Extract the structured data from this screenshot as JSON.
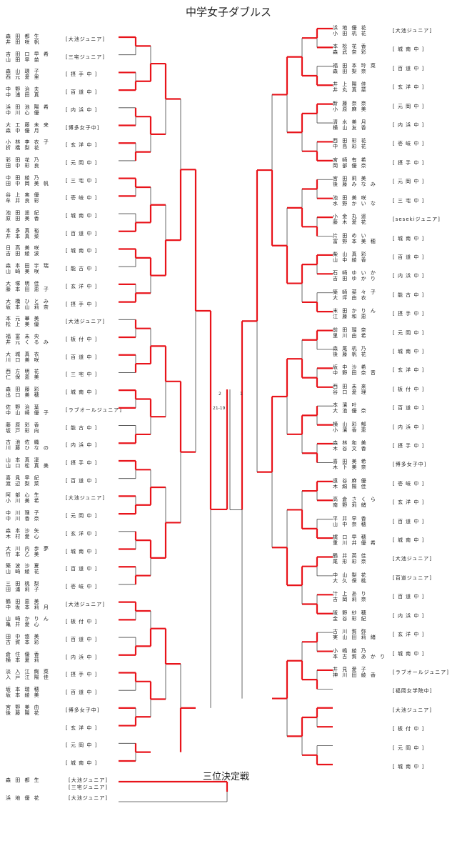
{
  "title": "中学女子ダブルス",
  "third_place_title": "三位決定戦",
  "left_entries": [
    {
      "names": [
        "森 田 都 生",
        "井 田 咲 帆"
      ],
      "school": "[大池ジュニア]"
    },
    {
      "names": [
        "吉 田 口 早 希",
        "山 田 早 苗"
      ],
      "school": "[三宅ジュニア]"
    },
    {
      "names": [
        "森 山 環 子",
        "西 元 愛 里"
      ],
      "school": "[ 摂 手 中 ]"
    },
    {
      "names": [
        "中 野 治 夫",
        "中 浦 田 真"
      ],
      "school": "[ 百 道 中 ]"
    },
    {
      "names": [
        "浜 田 池 陽 希",
        "中 川 心 優"
      ],
      "school": "[ 内 浜 中 ]"
    },
    {
      "names": [
        "大 工 藤 未 来",
        "森 中 優 月"
      ],
      "school": "[博多女子中]"
    },
    {
      "names": [
        "小 林 李 衣 子",
        "折 橋 梨 花"
      ],
      "school": "[ 玄 洋 中 ]"
    },
    {
      "names": [
        "彩 田 花 乃",
        "田 中 彩 良"
      ],
      "school": "[ 元 岡 中 ]"
    },
    {
      "names": [
        "中 田 綾 乃",
        "田 中 岡 美 帆"
      ],
      "school": "[ 三 宅 中 ]"
    },
    {
      "names": [
        "谷 上 実 優",
        "牟 井 良 彩"
      ],
      "school": "[ 壱 岐 中 ]"
    },
    {
      "names": [
        "池 田 遥 紀",
        "原 田 美 香"
      ],
      "school": "[ 城 南 中 ]"
    },
    {
      "names": [
        "本 多 真 裕",
        "井 本 真 菜"
      ],
      "school": "[ 百 道 中 ]"
    },
    {
      "names": [
        "日 高 美 咲",
        "吉 田 綾 波"
      ],
      "school": "[ 城 南 中 ]"
    },
    {
      "names": [
        "森 本 田 宇 瑞",
        "山 崎 美 咲"
      ],
      "school": "[ 能 古 中 ]"
    },
    {
      "names": [
        "大 塚 明 佳",
        "藤 本 田 恵 子"
      ],
      "school": "[ 玄 洋 中 ]"
    },
    {
      "names": [
        "大 橋 ひ と み",
        "坂 本 山 莉 奈"
      ],
      "school": "[ 摂 手 中 ]"
    },
    {
      "names": [
        "本 元 華 美",
        "松 上 美 優"
      ],
      "school": "[大池ジュニア]"
    },
    {
      "names": [
        "福 富 未 央",
        "井 元 く る み"
      ],
      "school": "[ 板 付 中 ]"
    },
    {
      "names": [
        "大 城 真 衣",
        "川 口 美 咲"
      ],
      "school": "[ 百 道 中 ]"
    },
    {
      "names": [
        "西 方 明 花",
        "仁 保 恵 美"
      ],
      "school": "[ 三 宅 中 ]"
    },
    {
      "names": [
        "森 田 藤 彩",
        "出 口 美 穂"
      ],
      "school": "[ 城 南 中 ]"
    },
    {
      "names": [
        "佐 野 治 葉",
        "中 山 崎 優 子"
      ],
      "school": "[ラブオールジュニア]"
    },
    {
      "names": [
        "藤 原 彩 香",
        "坂 戸 彩 向"
      ],
      "school": "[ 能 古 中 ]"
    },
    {
      "names": [
        "古 池 佐 織",
        "川 藤 ひ な の"
      ],
      "school": "[ 内 浜 中 ]"
    },
    {
      "names": [
        "山 本 真 凜",
        "山 口 松 真 美"
      ],
      "school": "[ 摂 手 中 ]"
    },
    {
      "names": [
        "喜 見 早 紀",
        "渡 辺 梨 菜"
      ],
      "school": "[ 百 道 中 ]"
    },
    {
      "names": [
        "阿 部 心 生",
        "小 川 美 希"
      ],
      "school": "[大池ジュニア]"
    },
    {
      "names": [
        "中 川 理 子",
        "中 川 香 奈"
      ],
      "school": "[ 元 岡 中 ]"
    },
    {
      "names": [
        "森 本 沙 矢",
        "木 村 愛 心"
      ],
      "school": "[ 玄 洋 中 ]"
    },
    {
      "names": [
        "大 川 内 歩 夢",
        "竹 本 乙 美"
      ],
      "school": "[ 城 南 中 ]"
    },
    {
      "names": [
        "築 波 沙 夏",
        "山 崎 綾 花"
      ],
      "school": "[ 百 道 中 ]"
    },
    {
      "names": [
        "三 田 桃 梨",
        "田 浦 莉 子"
      ],
      "school": "[ 壱 岐 中 ]"
    },
    {
      "names": [
        "鶴 田 恵 美",
        "中 坂 本 莉 月"
      ],
      "school": "[大池ジュニア]"
    },
    {
      "names": [
        "山 崎 か り ん",
        "亀 井 愛 心"
      ],
      "school": "[ 板 付 中 ]"
    },
    {
      "names": [
        "田 中 悠 美",
        "古 賀 本 彩"
      ],
      "school": "[ 百 道 中 ]"
    },
    {
      "names": [
        "倉 住 優 香",
        "横 本 夏 莉"
      ],
      "school": "[ 内 浜 中 ]"
    },
    {
      "names": [
        "淡 入 江 絢 菜",
        "入 戸 江 陽 佳"
      ],
      "school": "[ 摂 手 中 ]"
    },
    {
      "names": [
        "坂 本 瑞 穂",
        "坂 本 綾 美"
      ],
      "school": "[ 百 道 中 ]"
    },
    {
      "names": [
        "宮 野 美 由",
        "後 藤 陽 花"
      ],
      "school": "[博多女子中]"
    },
    {
      "names": [
        "",
        ""
      ],
      "school": "[ 玄 洋 中 ]"
    },
    {
      "names": [
        "",
        ""
      ],
      "school": "[ 元 岡 中 ]"
    },
    {
      "names": [
        "",
        ""
      ],
      "school": "[ 城 南 中 ]"
    }
  ],
  "right_entries": [
    {
      "names": [
        "浜 地 優 花",
        "小 田 机 花"
      ],
      "school": "[大池ジュニア]"
    },
    {
      "names": [
        "本 松 花 香",
        "森 武 奈 彩"
      ],
      "school": "[ 城 南 中 ]"
    },
    {
      "names": [
        "福 田 本 玲 菜",
        "森 田 梨 奈"
      ],
      "school": "[ 百 道 中 ]"
    },
    {
      "names": [
        "井 上 陽 佳",
        "井 丸 真 菜"
      ],
      "school": "[ 玄 洋 中 ]"
    },
    {
      "names": [
        "新 藤 奈 奈",
        "小 原 麻 美"
      ],
      "school": "[ 元 岡 中 ]"
    },
    {
      "names": [
        "清 水 美 月",
        "横 山 友 香"
      ],
      "school": "[ 内 浜 中 ]"
    },
    {
      "names": [
        "西 田 彩 花",
        "中 島 彩 花"
      ],
      "school": "[ 壱 岐 中 ]"
    },
    {
      "names": [
        "宮 崎 有 希",
        "岡 部 優 奈"
      ],
      "school": "[ 摂 手 中 ]"
    },
    {
      "names": [
        "宮 田 莉 美",
        "後 藤 み な み"
      ],
      "school": "[ 元 岡 中 ]"
    },
    {
      "names": [
        "池 田 美 咲",
        "水 野 か い な"
      ],
      "school": "[ 三 宅 中 ]"
    },
    {
      "names": [
        "小 金 丸 遥",
        "藤 木 愛 花"
      ],
      "school": "[sesekiジュニア]"
    },
    {
      "names": [
        "片 田 め い",
        "富 野 本 美 穂"
      ],
      "school": "[ 城 南 中 ]"
    },
    {
      "names": [
        "柴 山 真 彩",
        "山 中 綾 香"
      ],
      "school": "[ 百 道 中 ]"
    },
    {
      "names": [
        "石 崎 ゆ い か",
        "吉 田 ゆ か り"
      ],
      "school": "[ 内 浜 中 ]"
    },
    {
      "names": [
        "築 崎 菜 々 子",
        "大 坪 由 衣"
      ],
      "school": "[ 能 古 中 ]"
    },
    {
      "names": [
        "末 田 か り ん",
        "江 藤 和 恵"
      ],
      "school": "[ 摂 手 中 ]"
    },
    {
      "names": [
        "前 田 瑠 奈",
        "里 川 由 希"
      ],
      "school": "[ 元 岡 中 ]"
    },
    {
      "names": [
        "森 尾 机 乃",
        "後 藤 帆 花"
      ],
      "school": "[ 城 南 中 ]"
    },
    {
      "names": [
        "坂 中 沙 希",
        "中 野 田 奈 音"
      ],
      "school": "[ 玄 洋 中 ]"
    },
    {
      "names": [
        "西 田 未 来",
        "谷 口 愛 理"
      ],
      "school": "[ 板 付 中 ]"
    },
    {
      "names": [
        "本 濱 叶",
        "大 池 優 奈"
      ],
      "school": "[ 百 道 中 ]"
    },
    {
      "names": [
        "横 山 彩 郁",
        "小 濱 香 恵"
      ],
      "school": "[ 内 浜 中 ]"
    },
    {
      "names": [
        "森 林 和 美",
        "木 谷 文 香"
      ],
      "school": "[ 摂 手 中 ]"
    },
    {
      "names": [
        "喜 田 美 希",
        "木 下 美 奈"
      ],
      "school": "[博多女子中]"
    },
    {
      "names": [
        "遠 谷 麻 優",
        "木 綿 陽 佳"
      ],
      "school": "[ 壱 岐 中 ]"
    },
    {
      "names": [
        "高 倉 さ く ら",
        "南 野 莉 緒"
      ],
      "school": "[ 玄 洋 中 ]"
    },
    {
      "names": [
        "平 井 早 香",
        "山 中 奈 穂"
      ],
      "school": "[ 百 道 中 ]"
    },
    {
      "names": [
        "梶 口 早 穂",
        "重 川 井 優 希"
      ],
      "school": "[ 城 南 中 ]"
    },
    {
      "names": [
        "鶴 井 英 佳",
        "尾 形 彩 奈"
      ],
      "school": "[大池ジュニア]"
    },
    {
      "names": [
        "中 山 梨 花",
        "大 久 保 桃"
      ],
      "school": "[百道ジュニア]"
    },
    {
      "names": [
        "汁 上 あ り",
        "吉 岡 莉 奈"
      ],
      "school": "[ 百 道 中 ]"
    },
    {
      "names": [
        "阪 野 紗 穂",
        "金 谷 彩 紀"
      ],
      "school": "[ 内 浜 中 ]"
    },
    {
      "names": [
        "古 川 賀 弥",
        "実 山 田 莉 緒"
      ],
      "school": "[ 玄 洋 中 ]"
    },
    {
      "names": [
        "小 嶋 綾 乃",
        "本 古 賀 あ か り"
      ],
      "school": "[ 城 南 中 ]"
    },
    {
      "names": [
        "井 見 愛 子",
        "神 川 田 綾 香"
      ],
      "school": "[ラブオールジュニア]"
    },
    {
      "names": [
        "",
        ""
      ],
      "school": "[福岡女学院中]"
    },
    {
      "names": [
        "",
        ""
      ],
      "school": "[大池ジュニア]"
    },
    {
      "names": [
        "",
        ""
      ],
      "school": "[ 板 付 中 ]"
    },
    {
      "names": [
        "",
        ""
      ],
      "school": "[ 元 岡 中 ]"
    },
    {
      "names": [
        "",
        ""
      ],
      "school": "[ 城 南 中 ]"
    }
  ],
  "third_place": [
    {
      "names": [
        "森 田 都 生",
        "井 田 咲 帆"
      ],
      "school": "[大池ジュニア]"
    },
    {
      "names": [
        "",
        ""
      ],
      "school": "[三宅ジュニア]"
    },
    {
      "names": [
        "浜 地 優 花",
        "小 田 机 花"
      ],
      "school": "[大池ジュニア]"
    }
  ],
  "final": {
    "score": "21-19",
    "left_games": "2",
    "right_games": "1"
  },
  "colors": {
    "winner_line": "#e8141b",
    "bracket_line": "#444444"
  }
}
